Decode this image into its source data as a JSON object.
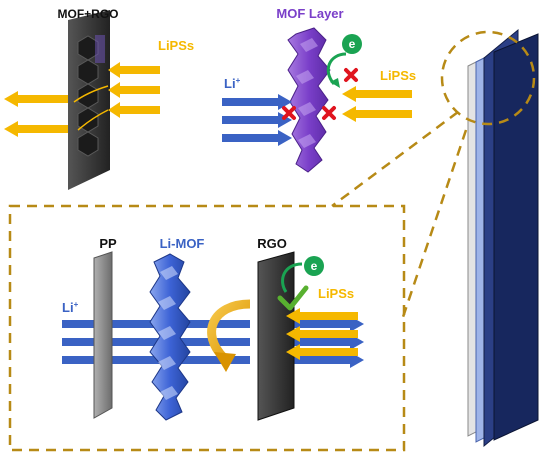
{
  "labels": {
    "mof_rgo": "MOF+RGO",
    "mof_layer": "MOF Layer",
    "lipss_top_left": "LiPSs",
    "lipss_top_right": "LiPSs",
    "li_ion_top": "Li",
    "li_ion_top_sup": "+",
    "electron_top": "e",
    "pp": "PP",
    "li_mof": "Li-MOF",
    "rgo": "RGO",
    "electron_bottom": "e",
    "lipss_bottom": "LiPSs",
    "li_ion_bottom": "Li",
    "li_ion_bottom_sup": "+"
  },
  "colors": {
    "lipss_arrow": "#f5b800",
    "li_arrow": "#3a62c4",
    "mof_purple": "#7a3fc9",
    "mof_blue": "#3d63d6",
    "rgo_sheet": "#3a3a3a",
    "pp_sheet": "#8c8c8c",
    "block_x": "#e0141e",
    "check": "#58b030",
    "electron": "#1aa352",
    "dashed_frame": "#b78a16",
    "stack_navy": "#17275e"
  }
}
